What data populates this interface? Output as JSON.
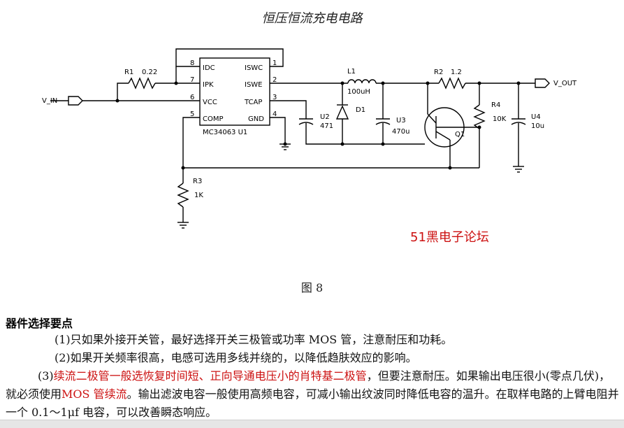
{
  "title": "恒压恒流充电电路",
  "figure_caption": "图 8",
  "watermark": "51黑电子论坛",
  "schematic": {
    "ic_name": "MC34063 U1",
    "pins": [
      {
        "num": "8",
        "name": "IDC"
      },
      {
        "num": "7",
        "name": "IPK"
      },
      {
        "num": "6",
        "name": "VCC"
      },
      {
        "num": "5",
        "name": "COMP"
      },
      {
        "num": "1",
        "name": "ISWC"
      },
      {
        "num": "2",
        "name": "ISWE"
      },
      {
        "num": "3",
        "name": "TCAP"
      },
      {
        "num": "4",
        "name": "GND"
      }
    ],
    "labels": {
      "r1": "R1",
      "r1_val": "0.22",
      "v_in": "V_IN",
      "v_out": "V_OUT",
      "l1": "L1",
      "l1_val": "100uH",
      "d1": "D1",
      "u2": "U2",
      "u2_val": "471",
      "u3": "U3",
      "u3_val": "470u",
      "r2": "R2",
      "r2_val": "1.2",
      "r4": "R4",
      "r4_val": "10K",
      "u4": "U4",
      "u4_val": "10u",
      "q1": "Q1",
      "r3": "R3",
      "r3_val": "1K"
    }
  },
  "section": {
    "heading": "器件选择要点",
    "p1": "(1)只如果外接开关管，最好选择开关三极管或功率 MOS 管，注意耐压和功耗。",
    "p2": "(2)如果开关频率很高，电感可选用多线并绕的，以降低趋肤效应的影响。",
    "p3_prefix": "(3)",
    "p3_red1": "续流二极管一般选恢复时间短、正向导通电压小的肖特基二极管",
    "p3_mid": "，但要注意耐压。如果输出电压很小(零点几伏)，就必须使用",
    "p3_red2": "MOS 管续流",
    "p3_rest": "。输出滤波电容一般使用高频电容，可减小输出纹波同时降低电容的温升。在取样电路的上臂电阻并一个 0.1～1μf 电容，可以改善瞬态响应。"
  }
}
